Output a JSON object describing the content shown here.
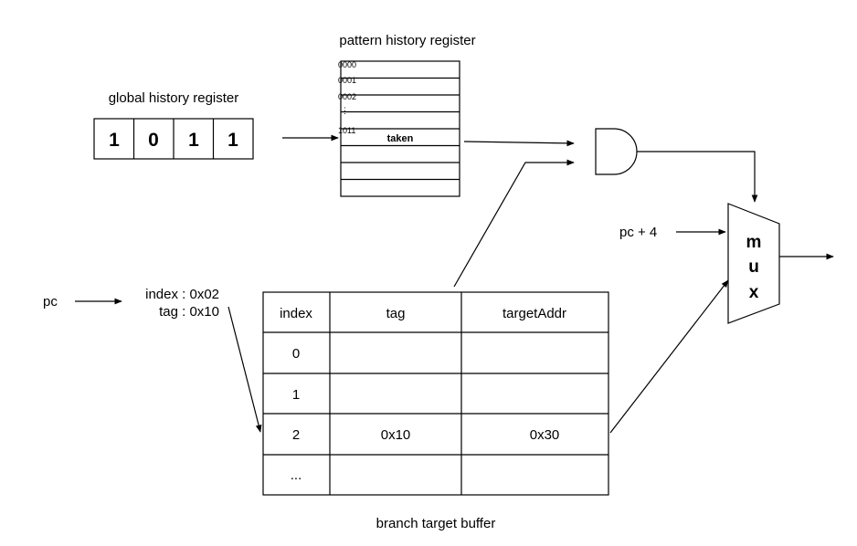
{
  "ghr": {
    "title": "global history register",
    "bits": [
      "1",
      "0",
      "1",
      "1"
    ]
  },
  "pht": {
    "title": "pattern history register",
    "row_labels": [
      "0000",
      "0001",
      "0002",
      "⋮",
      "",
      "1011"
    ],
    "taken_label": "taken"
  },
  "pc": {
    "label": "pc",
    "index_text": "index : 0x02",
    "tag_text": "tag : 0x10"
  },
  "btb": {
    "caption": "branch target buffer",
    "headers": [
      "index",
      "tag",
      "targetAddr"
    ],
    "rows": [
      [
        "0",
        "",
        ""
      ],
      [
        "1",
        "",
        ""
      ],
      [
        "2",
        "0x10",
        "0x30"
      ],
      [
        "...",
        "",
        ""
      ]
    ]
  },
  "mux": {
    "letters": [
      "m",
      "u",
      "x"
    ],
    "pc4_label": "pc + 4"
  }
}
